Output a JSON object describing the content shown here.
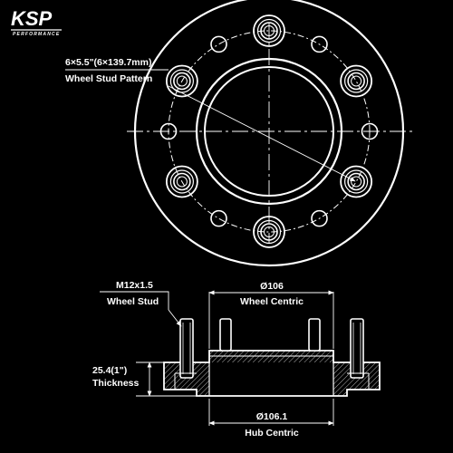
{
  "logo": {
    "brand": "KSP",
    "tagline": "PERFORMANCE"
  },
  "front_view": {
    "pattern_spec": "6×5.5\"(6×139.7mm)",
    "pattern_label": "Wheel Stud Pattern",
    "stud_count": 6,
    "hole_count": 6
  },
  "side_view": {
    "stud_spec": "M12x1.5",
    "stud_label": "Wheel Stud",
    "wheel_centric_dim": "Ø106",
    "wheel_centric_label": "Wheel Centric",
    "thickness_dim": "25.4(1\")",
    "thickness_label": "Thickness",
    "hub_centric_dim": "Ø106.1",
    "hub_centric_label": "Hub Centric"
  },
  "colors": {
    "background": "#000000",
    "line": "#ffffff"
  }
}
